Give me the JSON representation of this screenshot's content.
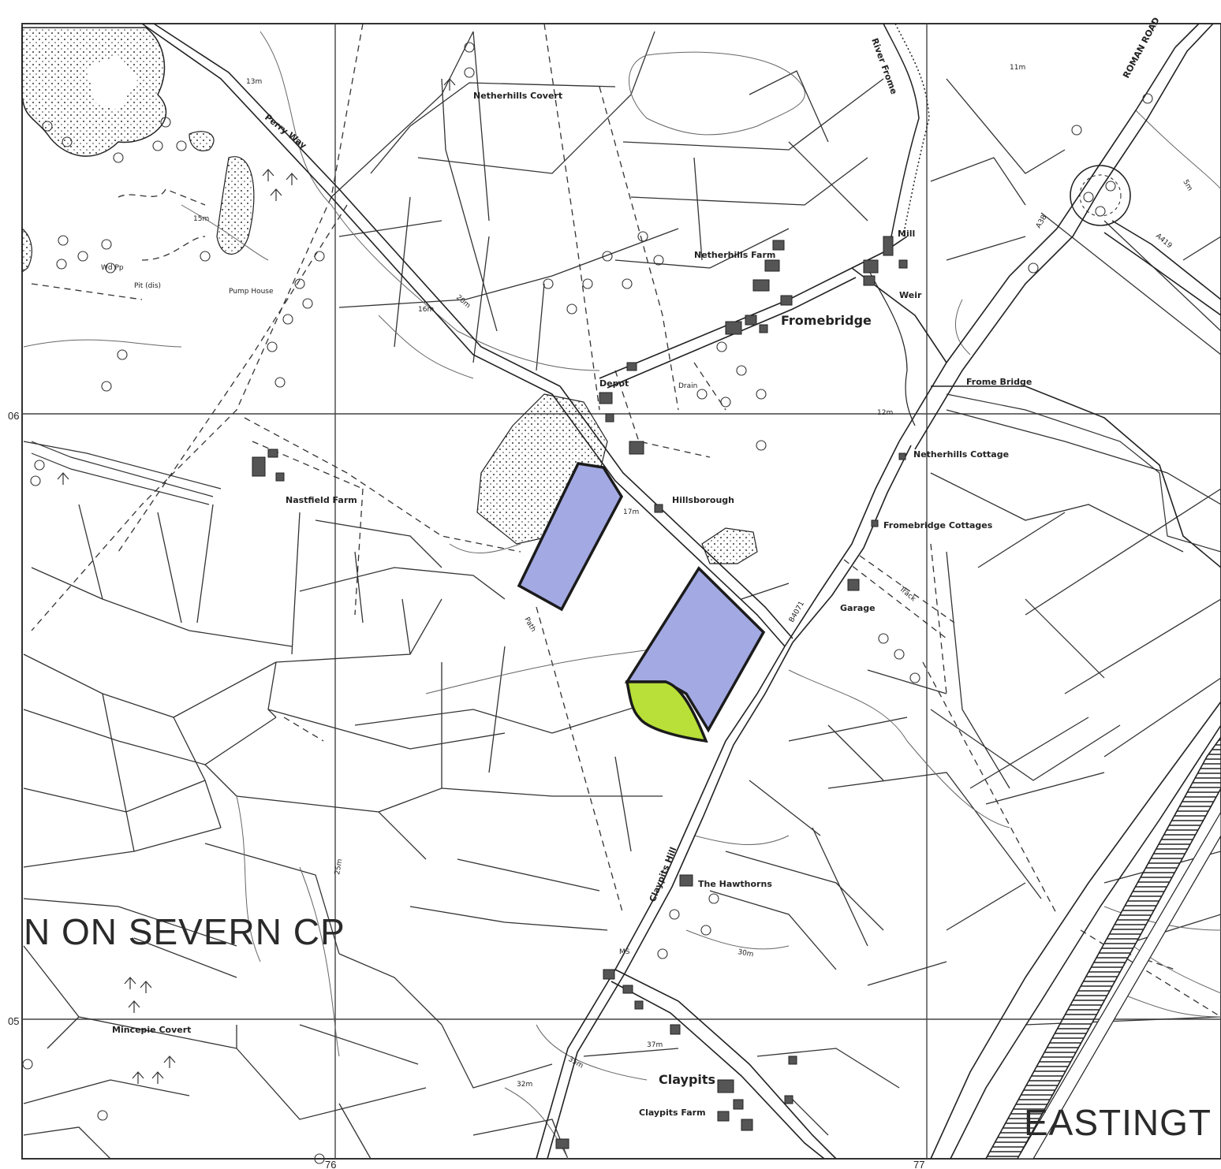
{
  "map": {
    "parish_labels": [
      "N ON SEVERN CP",
      "EASTINGT"
    ],
    "grid_labels": {
      "easting": [
        "76",
        "77"
      ],
      "northing": [
        "06",
        "05"
      ]
    },
    "places": [
      "Netherhills Covert",
      "Netherhills Farm",
      "Fromebridge",
      "Mill",
      "Weir",
      "Frome Bridge",
      "Depot",
      "Drain",
      "Netherhills Cottage",
      "Nastfield Farm",
      "Hillsborough",
      "Fromebridge Cottages",
      "Garage",
      "Pump House",
      "Pit (dis)",
      "Wd Pp",
      "The Hawthorns",
      "Claypits",
      "Claypits Farm",
      "Mincepie Covert",
      "Track",
      "Path",
      "Perry Way",
      "River Frome",
      "ROMAN ROAD"
    ],
    "road_labels": [
      "B4071",
      "A38",
      "A419",
      "Claypits Hill",
      "MS"
    ],
    "contours": [
      "13m",
      "15m",
      "16m",
      "20m",
      "25m",
      "30m",
      "35m",
      "11m",
      "12m",
      "17m",
      "32m",
      "37m",
      "5m"
    ],
    "highlight_colors": {
      "blue_parcel": "#a3a9e2",
      "green_parcel": "#b8e038",
      "outline": "#1b1b1b"
    }
  }
}
